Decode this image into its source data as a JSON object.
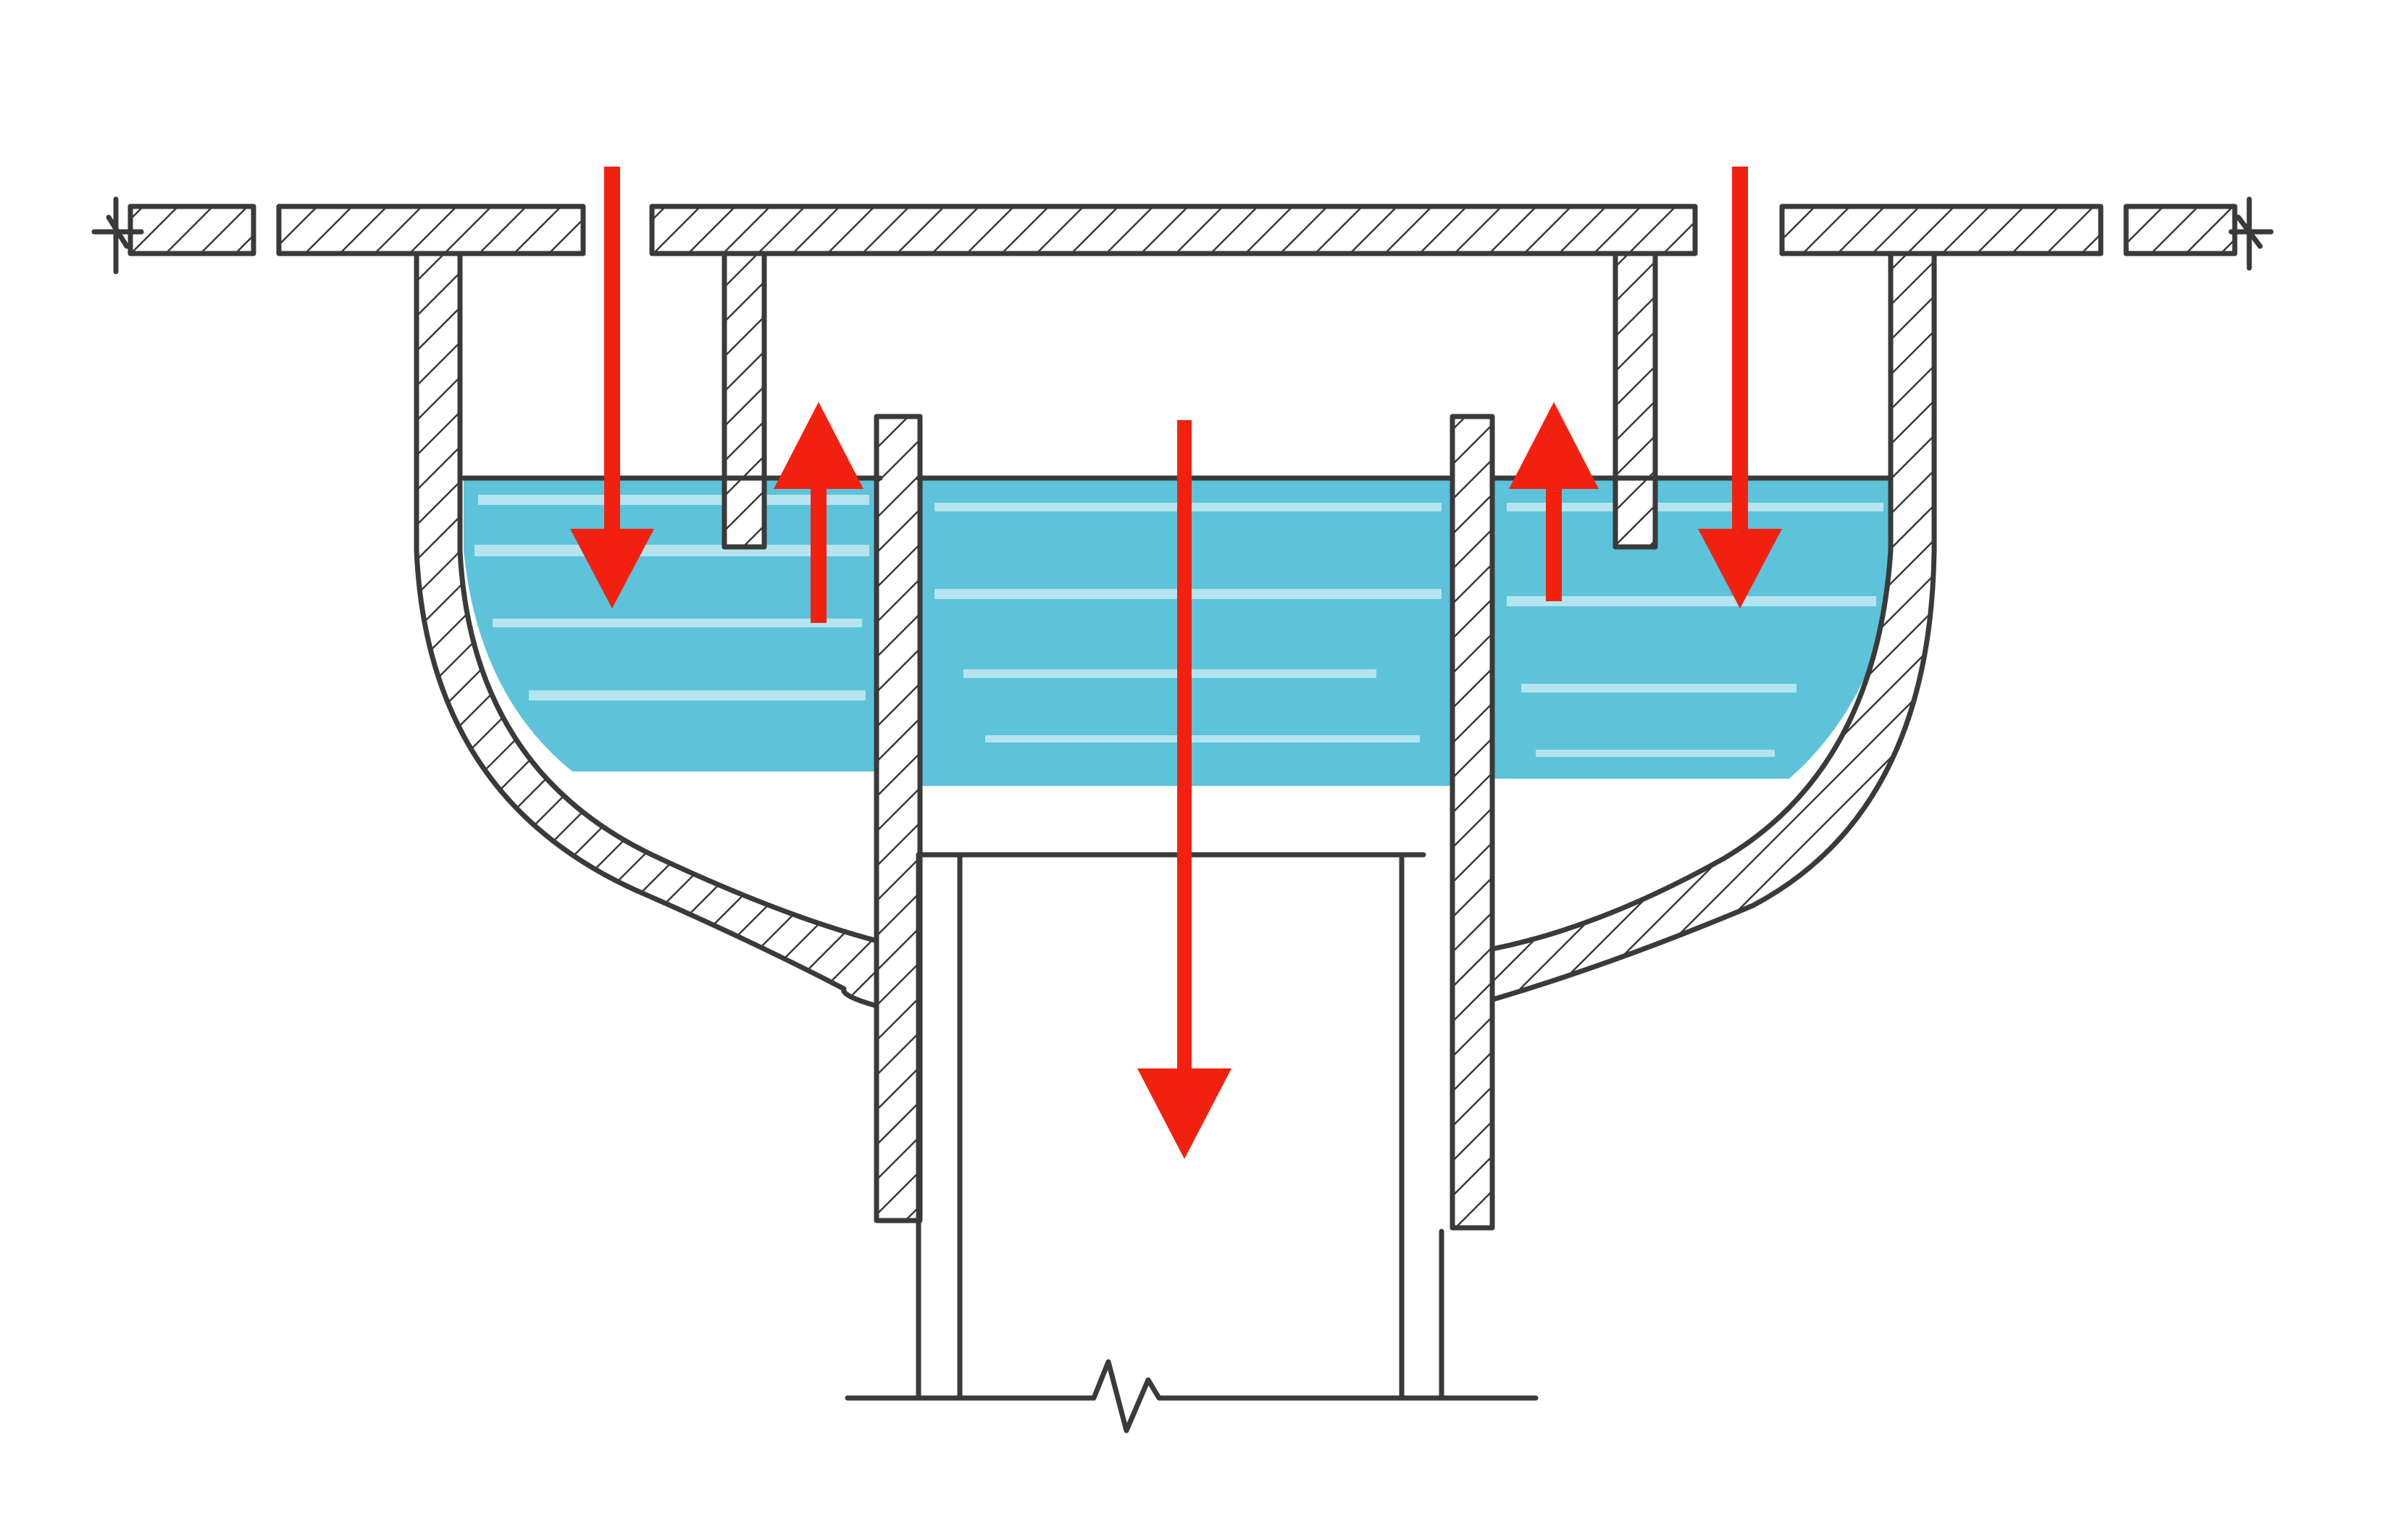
{
  "diagram": {
    "kind": "floor-drain-water-trap-section-sketch",
    "labels": [],
    "colors": {
      "background": "#ffffff",
      "outline": "#3a3a3a",
      "water": "#3fb8d4",
      "water_light": "#7fd0e2",
      "flow_arrow": "#f2210f"
    },
    "flow_arrows": [
      {
        "id": "left-inlet",
        "direction": "down"
      },
      {
        "id": "left-rise",
        "direction": "up"
      },
      {
        "id": "center-outlet",
        "direction": "down"
      },
      {
        "id": "right-rise",
        "direction": "up"
      },
      {
        "id": "right-inlet",
        "direction": "down"
      }
    ]
  }
}
